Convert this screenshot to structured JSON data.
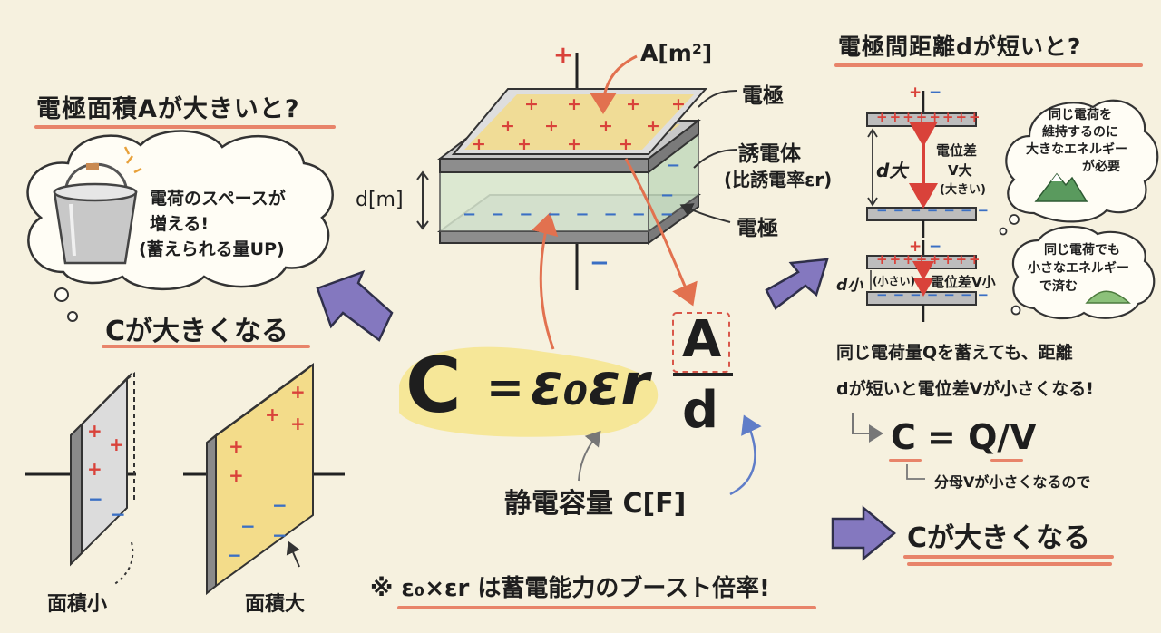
{
  "left": {
    "title": "電極面積Aが大きいと?",
    "bubble_lines": [
      "電荷のスペースが",
      "増える!",
      "(蓄えられる量UP)"
    ],
    "result": "Cが大きくなる",
    "plate_small_label": "面積小",
    "plate_large_label": "面積大"
  },
  "center": {
    "area_label": "A[m²]",
    "distance_label": "d[m]",
    "electrode_top": "電極",
    "dielectric": "誘電体",
    "dielectric_sub": "(比誘電率εr)",
    "electrode_bottom": "電極",
    "plus": "+",
    "minus": "−",
    "formula_c": "C",
    "formula_eq": "=",
    "formula_eps": "ε₀εr",
    "formula_num": "A",
    "formula_den": "d",
    "capacitance_label": "静電容量 C[F]",
    "footnote": "※ ε₀×εr は蓄電能力のブースト倍率!"
  },
  "right": {
    "title": "電極間距離dが短いと?",
    "d_large": "d大",
    "v_large_1": "電位差",
    "v_large_2": "V大",
    "v_large_3": "(大きい)",
    "bubble1_lines": [
      "同じ電荷を",
      "維持するのに",
      "大きなエネルギー",
      "が必要"
    ],
    "d_small": "d小",
    "d_small_note": "(小さい)",
    "v_small": "電位差V小",
    "bubble2_lines": [
      "同じ電荷でも",
      "小さなエネルギー",
      "で済む"
    ],
    "explain_1": "同じ電荷量Qを蓄えても、距離",
    "explain_2": "dが短いと電位差Vが小さくなる!",
    "formula_c": "C",
    "formula_rest": "= Q/V",
    "formula_note": "分母Vが小さくなるので",
    "result": "Cが大きくなる"
  },
  "colors": {
    "accent": "#e8846a",
    "plus": "#d9423a",
    "minus": "#3a6fc4",
    "arrow_purple": "#8478bf",
    "highlight": "#f6e58c"
  }
}
